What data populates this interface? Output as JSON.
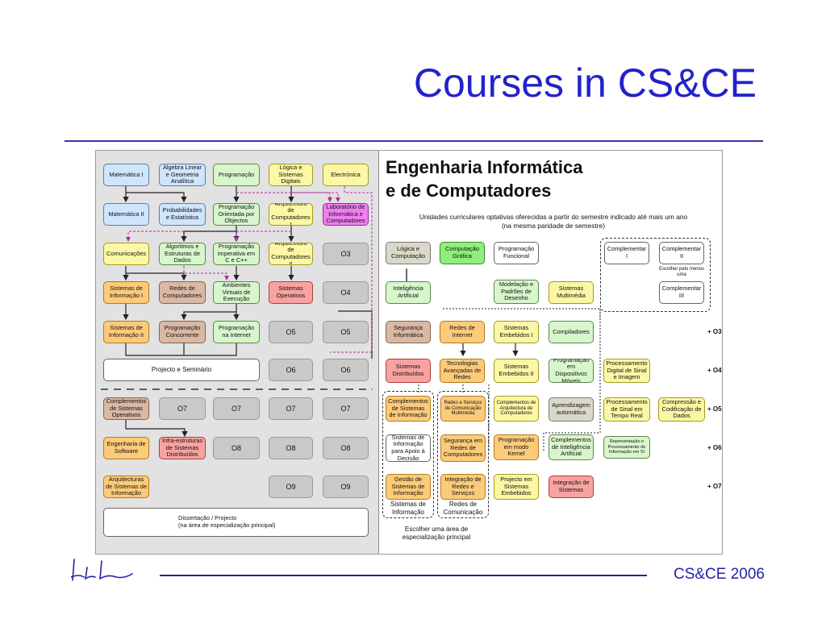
{
  "slide": {
    "title": "Courses in CS&CE",
    "footer": "CS&CE 2006"
  },
  "figure": {
    "title_line1": "Engenharia Informática",
    "title_line2": "e de Computadores",
    "subtitle_line1": "Unidades curriculares optativas oferecidas a partir do semestre indicado até mais um ano",
    "subtitle_line2": "(na mesma paridade de semestre)",
    "left_nodes": {
      "matematica1": "Matemática I",
      "algebra": "Álgebra Linear e Geometria Analítica",
      "programacao": "Programação",
      "logica_digitais": "Lógica e Sistemas Digitais",
      "electronica": "Electrónica",
      "matematica2": "Matemática II",
      "probabilidades": "Probabilidades e Estatística",
      "poo": "Programação Orientada por Objectos",
      "arq_comp1": "Arquitectura de Computadores I",
      "lab_info": "Laboratório de Informática e Computadores",
      "comunicacoes": "Comunicações",
      "algoritmos": "Algoritmos e Estruturas de Dados",
      "prog_imperativa": "Programação imperativa em C e C++",
      "arq_comp2": "Arquitectura de Computadores II",
      "si1": "Sistemas de Informação I",
      "redes_comp": "Redes de Computadores",
      "ambientes": "Ambientes Virtuais de Execução",
      "sistemas_op": "Sistemas Operativos",
      "si2": "Sistemas de Informação II",
      "prog_concorrente": "Programação Concorrente",
      "prog_internet": "Programação na Internet",
      "projecto_seminario": "Projecto e Seminário",
      "comp_so": "Complementos de Sistemas Operativos",
      "eng_software": "Engenharia de Software",
      "infra_sd": "Infra-estruturas de Sistemas Distribuídos",
      "arq_si": "Arquitecturas de Sistemas de Informação",
      "dissertacao_line1": "Dissertação / Projecto",
      "dissertacao_line2": "(na área de especialização principal)"
    },
    "slots": {
      "o3": "O3",
      "o4": "O4",
      "o5": "O5",
      "o6": "O6",
      "o7": "O7",
      "o8": "O8",
      "o9": "O9"
    },
    "right_nodes": {
      "logica_comp": "Lógica e Computação",
      "comp_grafica": "Computação Gráfica",
      "prog_funcional": "Programação Funcional",
      "complementar1": "Complementar I",
      "complementar2": "Complementar II",
      "escolher_pelo_menos": "Escolher pelo menos uma",
      "complementar3": "Complementar III",
      "ia": "Inteligência Artificial",
      "modelacao": "Modelação e Padrões de Desenho",
      "sist_multimedia": "Sistemas Multimédia",
      "seguranca": "Segurança Informática",
      "redes_internet": "Redes de Internet",
      "sist_embebidos1": "Sistemas Embebidos I",
      "compiladores": "Compiladores",
      "sist_distribuidos": "Sistemas Distribuídos",
      "tecnologias_redes": "Tecnologias Avançadas de Redes",
      "sist_embebidos2": "Sistemas Embebidos II",
      "prog_moveis": "Programação em Dispositivos Móveis",
      "proc_digital": "Processamento Digital de Sinal e Imagem",
      "comp_si": "Complementos de Sistemas de Informação",
      "redes_servicos": "Redes e Serviços de Comunicação Multimédia",
      "comp_arq": "Complementos de Arquitectura de Computadores",
      "aprendizagem": "Aprendizagem automática",
      "proc_tempo_real": "Processamento de Sinal em Tempo Real",
      "compressao": "Compressão e Codificação de Dados",
      "si_apoio": "Sistemas de Informação para Apoio à Decisão",
      "seg_redes": "Segurança em Redes de Computadores",
      "prog_kernel": "Programação em modo Kernel",
      "comp_ia": "Complementos de Inteligência Artificial",
      "repr_proc": "Representação e Processamento de Informação em SI",
      "gestao_si": "Gestão de Sistemas de Informação",
      "integracao_redes": "Integração de Redes e Serviços",
      "projecto_embebidos": "Projecto em Sistemas Embebidos",
      "integracao_sistemas": "Integração de Sistemas"
    },
    "captions": {
      "area_si": "Sistemas de Informação",
      "area_rc": "Redes de Comunicação",
      "escolher_area": "Escolher uma área de especialização principal"
    },
    "offset_labels": {
      "o3": "+ O3",
      "o4": "+ O4",
      "o5": "+ O5",
      "o6": "+ O6",
      "o7": "+ O7"
    }
  },
  "colors": {
    "title": "#2222cc",
    "rule": "#3333aa",
    "blue_node": "#cfe5fb",
    "green_node": "#d8f6cc",
    "yellow_node": "#fbf7a4",
    "orange_node": "#fccb7a",
    "pink_node": "#f8a3a0",
    "tan_node": "#d9b8a4",
    "magenta_node": "#f17ff1",
    "grey_slot": "#c9c9c9"
  }
}
